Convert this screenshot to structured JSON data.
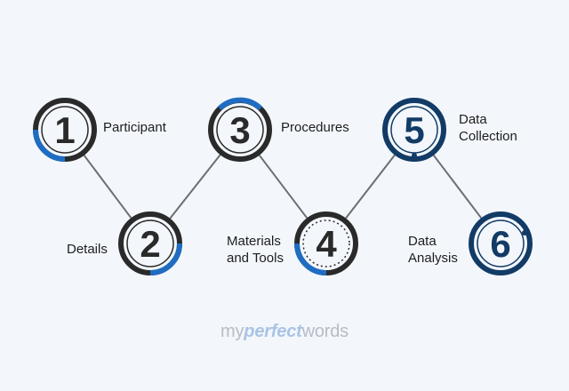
{
  "steps": [
    {
      "number": "1",
      "label": "Participant"
    },
    {
      "number": "2",
      "label": "Details"
    },
    {
      "number": "3",
      "label": "Procedures"
    },
    {
      "number": "4",
      "label": "Materials\nand Tools"
    },
    {
      "number": "5",
      "label": "Data\nCollection"
    },
    {
      "number": "6",
      "label": "Data\nAnalysis"
    }
  ],
  "logo": {
    "part1": "my",
    "part2": "perfect",
    "part3": "words"
  },
  "colors": {
    "background": "#f3f7fc",
    "dark": "#2a2a2a",
    "blue": "#1f6dc3",
    "navy": "#123b66",
    "connector": "#6b6e73"
  }
}
